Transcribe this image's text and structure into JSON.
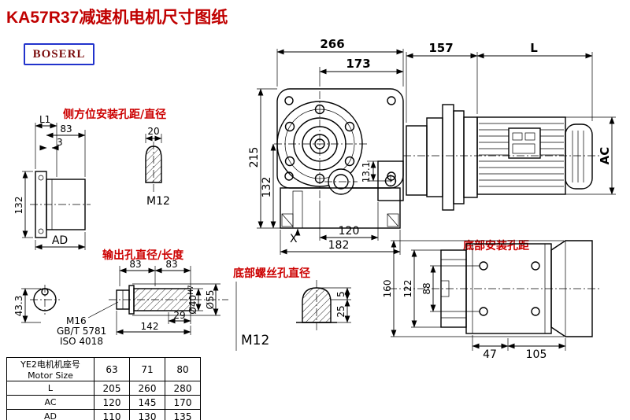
{
  "page": {
    "title": "KA57R37减速机电机尺寸图纸",
    "logo": "BOSERL"
  },
  "annotations": {
    "side_mount": "侧方位安装孔距/直径",
    "output_hole": "输出孔直径/长度",
    "bottom_screw": "底部螺丝孔直径",
    "bottom_mount": "底部安装孔距"
  },
  "main_view": {
    "width_total": "266",
    "width_inner": "173",
    "height_total": "215",
    "height_inner": "132",
    "bottom_inner": "120",
    "bottom_total": "182",
    "hole_offset": "13.1",
    "x_mark": "X"
  },
  "motor_view": {
    "front_len": "157",
    "motor_len": "L",
    "motor_height": "AC"
  },
  "side_view": {
    "l1": "L1",
    "w83": "83",
    "t3": "3",
    "hole_w": "20",
    "thread": "M12",
    "h132": "132",
    "ad": "AD"
  },
  "shaft_view": {
    "left83": "83",
    "right83": "83",
    "thread": "M16",
    "std1": "GB/T 5781",
    "std2": "ISO 4018",
    "len29": "29",
    "len142": "142",
    "d40": "Ø40",
    "d40_tol": "H7",
    "d55": "Ø55",
    "h433": "43.3"
  },
  "bottom_screw_view": {
    "depth5": "5",
    "depth25": "25",
    "thread": "M12"
  },
  "bottom_view": {
    "h160": "160",
    "h122": "122",
    "h88": "88",
    "w47": "47",
    "w105": "105"
  },
  "table": {
    "size_label_cn": "YE2电机机座号",
    "size_label_en": "Motor Size",
    "columns": [
      "63",
      "71",
      "80"
    ],
    "rows": [
      {
        "label": "L",
        "values": [
          "205",
          "260",
          "280"
        ]
      },
      {
        "label": "AC",
        "values": [
          "120",
          "145",
          "170"
        ]
      },
      {
        "label": "AD",
        "values": [
          "110",
          "130",
          "135"
        ]
      }
    ]
  },
  "colors": {
    "accent_red": "#cc0000",
    "logo_border_blue": "#2233cc",
    "logo_text_red": "#7a0c0c"
  }
}
